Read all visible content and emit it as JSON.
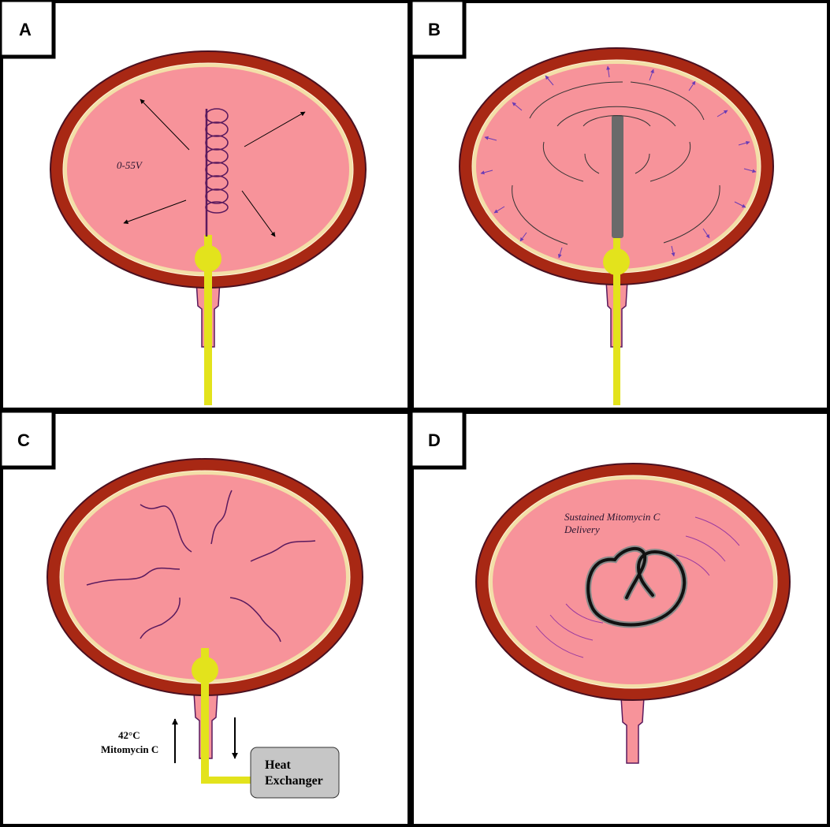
{
  "panels": {
    "a": {
      "label": "A",
      "voltage_text": "0-55V"
    },
    "b": {
      "label": "B"
    },
    "c": {
      "label": "C",
      "temp_text": "42°C",
      "drug_text": "Mitomycin C",
      "exchanger_line1": "Heat",
      "exchanger_line2": "Exchanger"
    },
    "d": {
      "label": "D",
      "delivery_line1": "Sustained Mitomycin C",
      "delivery_line2": "Delivery"
    }
  },
  "colors": {
    "wall": "#a82814",
    "lining": "#f3dfa8",
    "lumen": "#f7939a",
    "catheter": "#e3e31c",
    "coil": "#5a1a5e",
    "probe": "#6a6a6a",
    "exchanger": "#c6c6c6"
  }
}
